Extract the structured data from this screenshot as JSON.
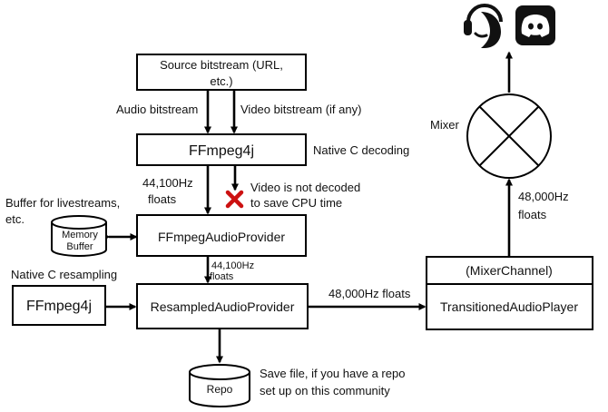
{
  "nodes": {
    "source": [
      "Source bitstream (URL,",
      "etc.)"
    ],
    "ffmpeg_main": "FFmpeg4j",
    "ffmpeg_provider": "FFmpegAudioProvider",
    "ffmpeg_side": "FFmpeg4j",
    "resampled": "ResampledAudioProvider",
    "memory_buffer": [
      "Memory",
      "Buffer"
    ],
    "repo": "Repo",
    "mixer_channel": "(MixerChannel)",
    "transitioned": "TransitionedAudioPlayer",
    "mixer": "Mixer"
  },
  "labels": {
    "audio_bitstream": "Audio bitstream",
    "video_bitstream": "Video bitstream (if any)",
    "native_c_decoding": "Native C decoding",
    "floats_44100_a": [
      "44,100Hz",
      "floats"
    ],
    "video_not_decoded": [
      "Video is not decoded",
      "to save CPU time"
    ],
    "buffer_livestreams": [
      "Buffer for livestreams,",
      "etc."
    ],
    "native_c_resampling": "Native C resampling",
    "floats_44100_b": [
      "44,100Hz",
      "floats"
    ],
    "floats_48000_h": "48,000Hz floats",
    "floats_48000_v": [
      "48,000Hz",
      "floats"
    ],
    "save_file": [
      "Save file, if you have a repo",
      "set up on this community"
    ]
  },
  "icons": [
    "teamspeak-icon",
    "discord-icon"
  ],
  "colors": {
    "blocked_x": "#cc1111",
    "discord": "#111111"
  }
}
